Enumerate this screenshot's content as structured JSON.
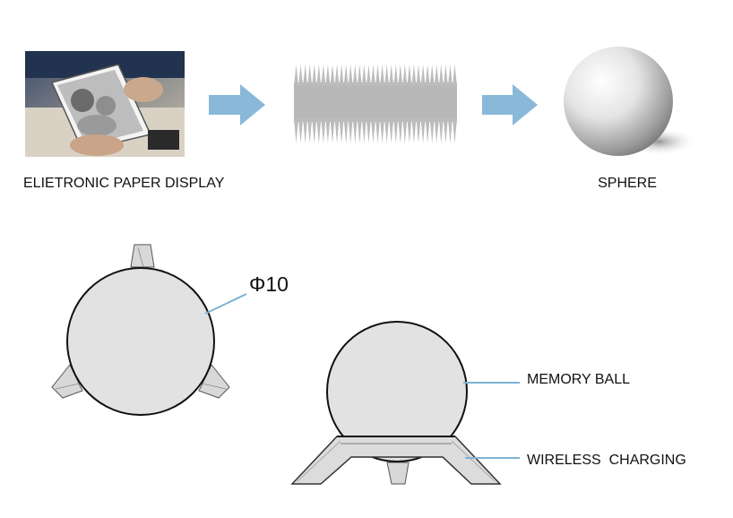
{
  "labels": {
    "epaper": "ELIETRONIC PAPER DISPLAY",
    "sphere": "SPHERE",
    "diameter": "Φ10",
    "memory_ball": "MEMORY BALL",
    "wireless": "WIRELESS  CHARGING"
  },
  "colors": {
    "arrow": "#8ab8d8",
    "leader": "#7fb2d4",
    "ball_fill": "#e2e2e2",
    "outline": "#111111"
  },
  "icons": {
    "photo": "e-paper-photo-icon",
    "spikes": "spiked-strip-icon",
    "sphere": "shaded-sphere-icon"
  }
}
